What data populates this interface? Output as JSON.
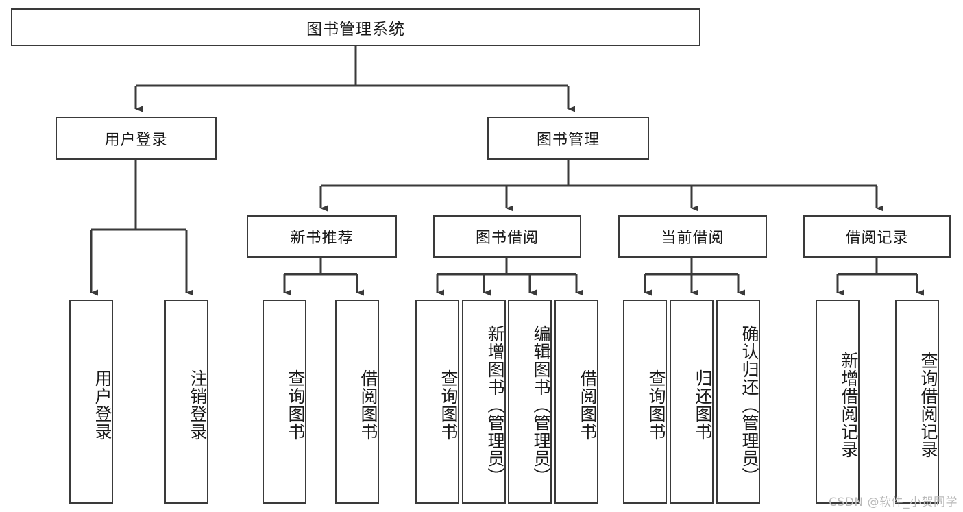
{
  "diagram": {
    "title": "图书管理系统",
    "type": "tree-hierarchy-chart",
    "orientation": "top-down",
    "colors": {
      "box_border": "#3a3a3a",
      "box_fill": "#ffffff",
      "edge": "#3a3a3a",
      "text": "#1a1a1a",
      "watermark": "#b9b9b9",
      "background": "#ffffff"
    }
  },
  "nodes": {
    "root": {
      "label": "图书管理系统"
    },
    "level2": [
      {
        "id": "user-login",
        "label": "用户登录"
      },
      {
        "id": "book-manage",
        "label": "图书管理"
      }
    ],
    "level3": [
      {
        "id": "new-book-rec",
        "label": "新书推荐"
      },
      {
        "id": "book-borrow",
        "label": "图书借阅"
      },
      {
        "id": "current-borrow",
        "label": "当前借阅"
      },
      {
        "id": "borrow-record",
        "label": "借阅记录"
      }
    ],
    "leaves": {
      "user-login": [
        {
          "id": "leaf-user-login",
          "label": "用户登录"
        },
        {
          "id": "leaf-logout",
          "label": "注销登录"
        }
      ],
      "new-book-rec": [
        {
          "id": "leaf-query-book-1",
          "label": "查询图书"
        },
        {
          "id": "leaf-borrow-book-1",
          "label": "借阅图书"
        }
      ],
      "book-borrow": [
        {
          "id": "leaf-query-book-2",
          "label": "查询图书"
        },
        {
          "id": "leaf-add-book",
          "label": "新增图书（管理员）"
        },
        {
          "id": "leaf-edit-book",
          "label": "编辑图书（管理员）"
        },
        {
          "id": "leaf-borrow-book-2",
          "label": "借阅图书"
        }
      ],
      "current-borrow": [
        {
          "id": "leaf-query-book-3",
          "label": "查询图书"
        },
        {
          "id": "leaf-return-book",
          "label": "归还图书"
        },
        {
          "id": "leaf-confirm-return",
          "label": "确认归还（管理员）"
        }
      ],
      "borrow-record": [
        {
          "id": "leaf-add-record",
          "label": "新增借阅记录"
        },
        {
          "id": "leaf-query-record",
          "label": "查询借阅记录"
        }
      ]
    }
  },
  "watermark": {
    "text": "CSDN @软件_小贺同学"
  }
}
